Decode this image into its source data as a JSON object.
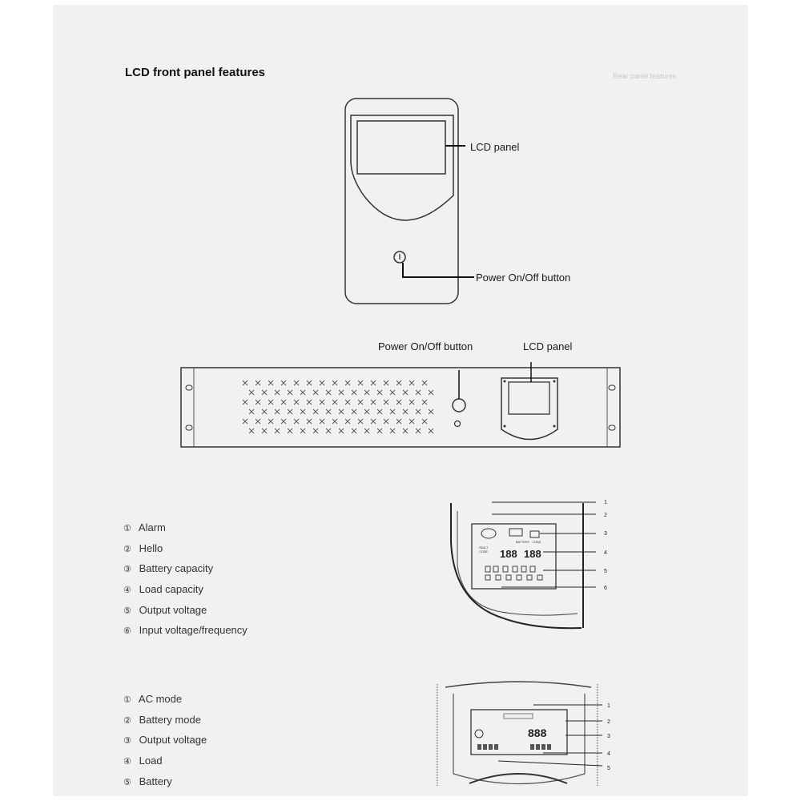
{
  "document": {
    "title": "LCD front panel features",
    "ghost_text": "Rear panel features"
  },
  "tower_diagram": {
    "lcd_label": "LCD panel",
    "power_label": "Power On/Off button"
  },
  "rack_diagram": {
    "power_label": "Power On/Off button",
    "lcd_label": "LCD panel"
  },
  "display_1": {
    "items": [
      {
        "num": "①",
        "label": "Alarm"
      },
      {
        "num": "②",
        "label": "Hello"
      },
      {
        "num": "③",
        "label": "Battery capacity"
      },
      {
        "num": "④",
        "label": "Load capacity"
      },
      {
        "num": "⑤",
        "label": "Output voltage"
      },
      {
        "num": "⑥",
        "label": "Input voltage/frequency"
      }
    ],
    "callouts": [
      "1",
      "2",
      "3",
      "4",
      "5",
      "6"
    ],
    "lcd_digits": [
      "188",
      "188"
    ],
    "lcd_text": [
      "BATTERY",
      "LOAD",
      "FAULT",
      "CODE"
    ]
  },
  "display_2": {
    "items": [
      {
        "num": "①",
        "label": "AC mode"
      },
      {
        "num": "②",
        "label": "Battery mode"
      },
      {
        "num": "③",
        "label": "Output voltage"
      },
      {
        "num": "④",
        "label": "Load"
      },
      {
        "num": "⑤",
        "label": "Battery"
      }
    ],
    "callouts": [
      "1",
      "2",
      "3",
      "4",
      "5"
    ],
    "lcd_digits": [
      "888"
    ]
  }
}
